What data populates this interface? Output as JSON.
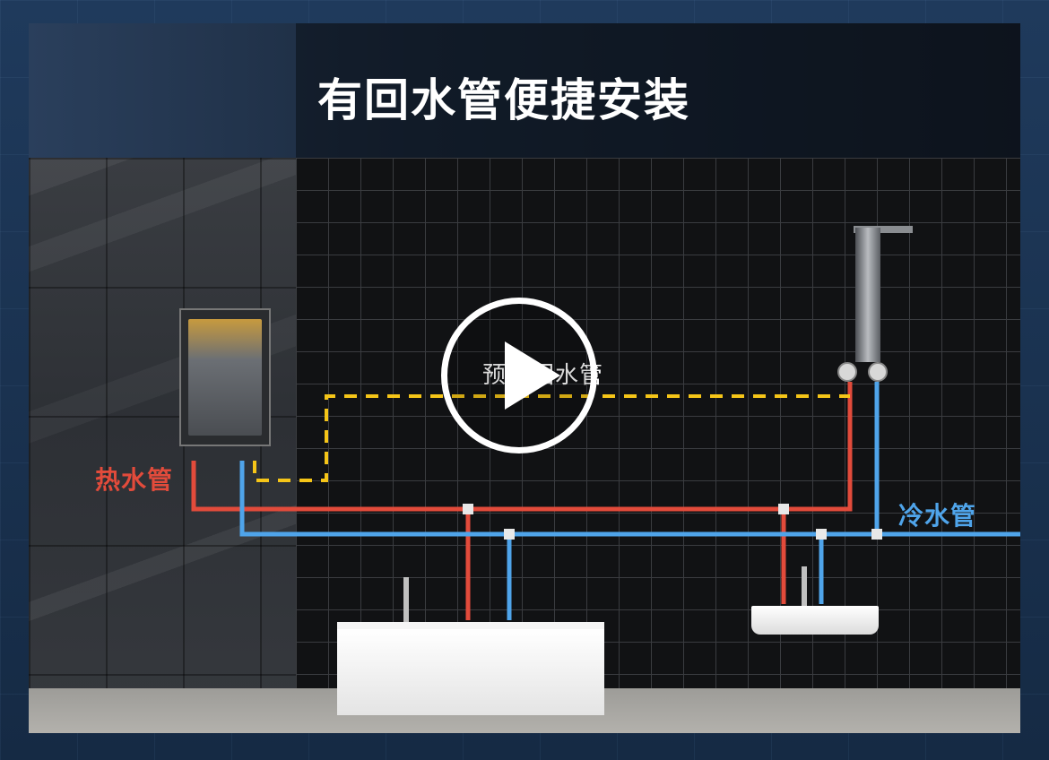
{
  "video": {
    "title": "有回水管便捷安装",
    "play_icon": "play-icon"
  },
  "labels": {
    "hot_pipe": "热水管",
    "cold_pipe": "冷水管",
    "return_pipe": "预留回水管"
  },
  "colors": {
    "hot": "#e24b3b",
    "cold": "#4fa4ea",
    "return": "#f5c518"
  }
}
